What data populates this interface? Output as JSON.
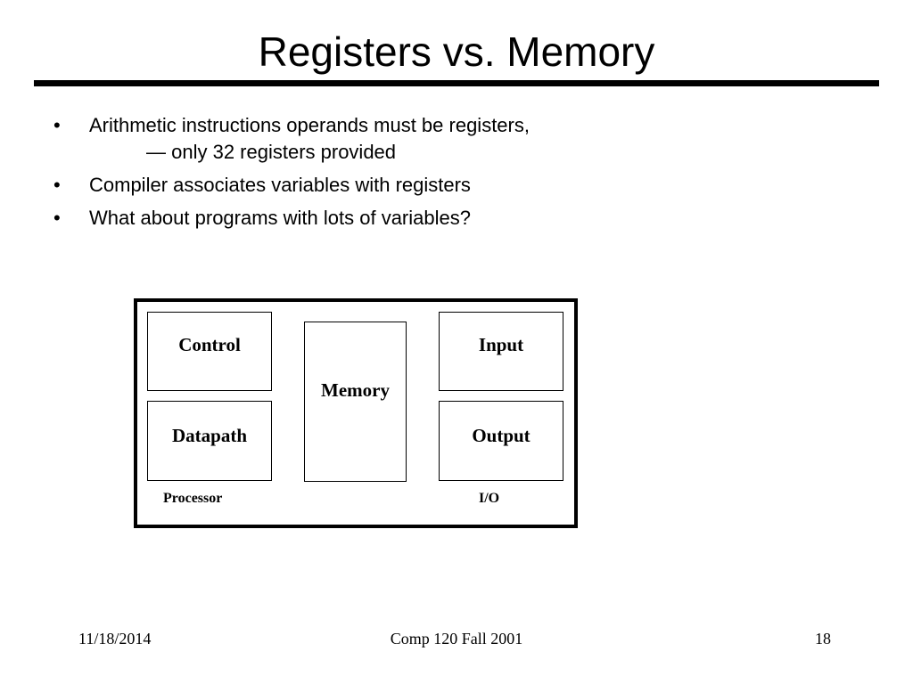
{
  "slide": {
    "title": "Registers vs. Memory"
  },
  "bullets": [
    {
      "marker": "•",
      "text": "Arithmetic instructions operands must be registers,",
      "sub": "— only 32 registers provided"
    },
    {
      "marker": "•",
      "text": "Compiler associates variables with registers"
    },
    {
      "marker": "•",
      "text": "What about programs with lots of variables?"
    }
  ],
  "diagram": {
    "control": "Control",
    "datapath": "Datapath",
    "memory": "Memory",
    "input": "Input",
    "output": "Output",
    "processor_label": "Processor",
    "io_label": "I/O"
  },
  "footer": {
    "date": "11/18/2014",
    "course": "Comp 120 Fall 2001",
    "page": "18"
  }
}
